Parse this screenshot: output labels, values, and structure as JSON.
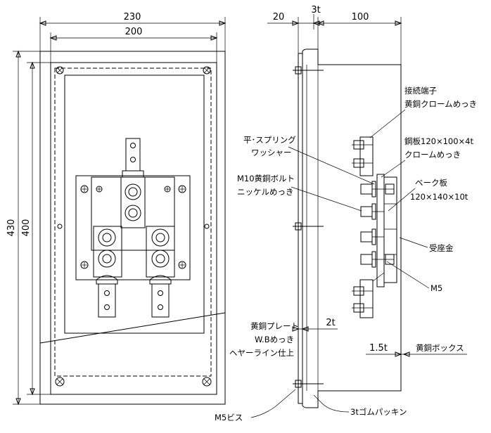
{
  "dimensions": {
    "front_outer_width": "230",
    "front_inner_width": "200",
    "front_outer_height": "430",
    "front_inner_height": "400",
    "side_flange": "20",
    "side_plate_thickness": "3t",
    "side_depth": "100",
    "plate_thickness_2t": "2t",
    "box_thickness": "1.5t"
  },
  "labels": {
    "terminal_line1": "接続端子",
    "terminal_line2": "黄銅クロームめっき",
    "steel_plate_line1": "鋼板120×100×4t",
    "steel_plate_line2": "クロームめっき",
    "washer_line1": "平･スプリング",
    "washer_line2": "ワッシャー",
    "bolt_line1": "M10黄銅ボルト",
    "bolt_line2": "ニッケルめっき",
    "bakelite_line1": "ベーク板",
    "bakelite_line2": "120×140×10t",
    "receiver": "受座金",
    "m5": "M5",
    "brass_plate_line1": "黄銅プレート",
    "brass_plate_line2": "W.Bめっき",
    "brass_plate_line3": "ヘヤーライン仕上",
    "brass_box": "黄銅ボックス",
    "m5_screw": "M5ビス",
    "gasket": "3tゴムパッキン"
  }
}
